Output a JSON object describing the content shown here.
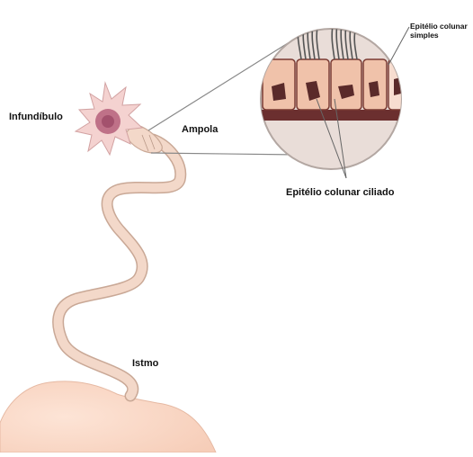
{
  "labels": {
    "infundibulo": "Infundíbulo",
    "ampola": "Ampola",
    "epitelio_ciliado": "Epitélio colunar ciliado",
    "istmo": "Istmo",
    "epitelio_simples_line1": "Epitélio colunar",
    "epitelio_simples_line2": "simples"
  },
  "colors": {
    "tube_fill": "#f3d8c9",
    "tube_edge": "#c9a896",
    "infundibulum_fill": "#f0c8c8",
    "infundibulum_core": "#b05a78",
    "magnifier_fill": "#e8dcd6",
    "cell_fill": "#f0c0a8",
    "nucleus": "#5a2a2a",
    "basement": "#6b2f2f",
    "cilia": "#555555",
    "uterus_fill": "#fbdccb"
  }
}
